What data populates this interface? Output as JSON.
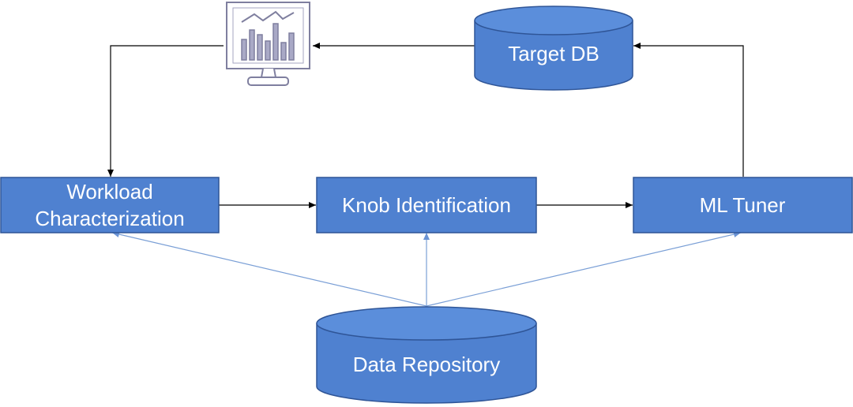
{
  "nodes": {
    "workload": {
      "line1": "Workload",
      "line2": "Characterization"
    },
    "knob": {
      "label": "Knob Identification"
    },
    "ml_tuner": {
      "label": "ML Tuner"
    },
    "target_db": {
      "label": "Target DB"
    },
    "data_repository": {
      "label": "Data Repository"
    },
    "monitor": {
      "icon": "monitor-chart-icon"
    }
  },
  "colors": {
    "box_fill": "#4f81d0",
    "box_border": "#2f5597",
    "arrow_black": "#000000",
    "arrow_blue": "#7a9fd6",
    "monitor_stroke": "#7f7f9f"
  }
}
